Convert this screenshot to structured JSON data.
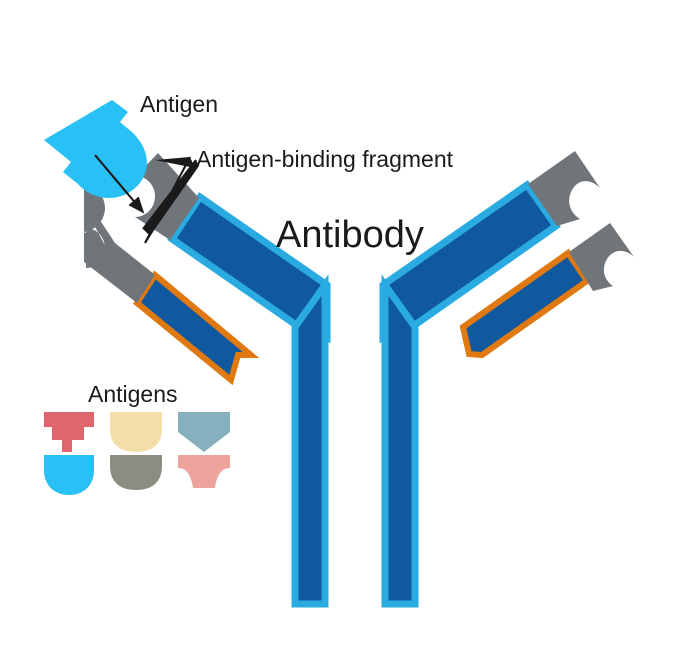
{
  "figure": {
    "title_label": "Antibody",
    "antigen_label": "Antigen",
    "fab_label": "Antigen-binding fragment",
    "antigens_legend_label": "Antigens",
    "background_color": "#ffffff"
  },
  "colors": {
    "heavy_chain_fill": "#11599E",
    "heavy_chain_outline": "#29ABE2",
    "light_chain_fill": "#11599E",
    "light_chain_outline": "#E0790F",
    "variable_region_gray": "#70757A",
    "antigen_cyan": "#29C0F5",
    "text": "#1a1a1a"
  },
  "antibody": {
    "structure_name": "Y-shaped immunoglobulin",
    "parts": [
      {
        "name": "left-heavy-chain-arm",
        "color": "#11599E",
        "outline": "#29ABE2"
      },
      {
        "name": "right-heavy-chain-arm",
        "color": "#11599E",
        "outline": "#29ABE2"
      },
      {
        "name": "left-light-chain",
        "color": "#11599E",
        "outline": "#E0790F"
      },
      {
        "name": "right-light-chain",
        "color": "#11599E",
        "outline": "#E0790F"
      },
      {
        "name": "left-stem",
        "color": "#11599E",
        "outline": "#29ABE2"
      },
      {
        "name": "right-stem",
        "color": "#11599E",
        "outline": "#29ABE2"
      }
    ]
  },
  "antigens_legend": {
    "title": "Antigens",
    "items": [
      {
        "name": "antigen-swatch-red",
        "color": "#E0666E",
        "shape": "stepped-notch",
        "row": 1,
        "col": 1
      },
      {
        "name": "antigen-swatch-cream",
        "color": "#F5DFA8",
        "shape": "round-notch",
        "row": 1,
        "col": 2
      },
      {
        "name": "antigen-swatch-steel",
        "color": "#86B0BE",
        "shape": "pointed-notch",
        "row": 1,
        "col": 3
      },
      {
        "name": "antigen-swatch-cyan",
        "color": "#29C0F5",
        "shape": "deep-round-notch",
        "row": 2,
        "col": 1
      },
      {
        "name": "antigen-swatch-gray",
        "color": "#8C8C82",
        "shape": "wide-round-notch",
        "row": 2,
        "col": 2
      },
      {
        "name": "antigen-swatch-salmon",
        "color": "#EBA39B",
        "shape": "flared-notch",
        "row": 2,
        "col": 3
      }
    ]
  },
  "annotations": {
    "antigen_arrow": {
      "name": "antigen-pointer-arrow",
      "from": "antigen-shape",
      "to": "left-binding-site"
    },
    "fab_leader": {
      "name": "fab-leader-line",
      "from": "fab-label",
      "to_count": 2
    }
  }
}
